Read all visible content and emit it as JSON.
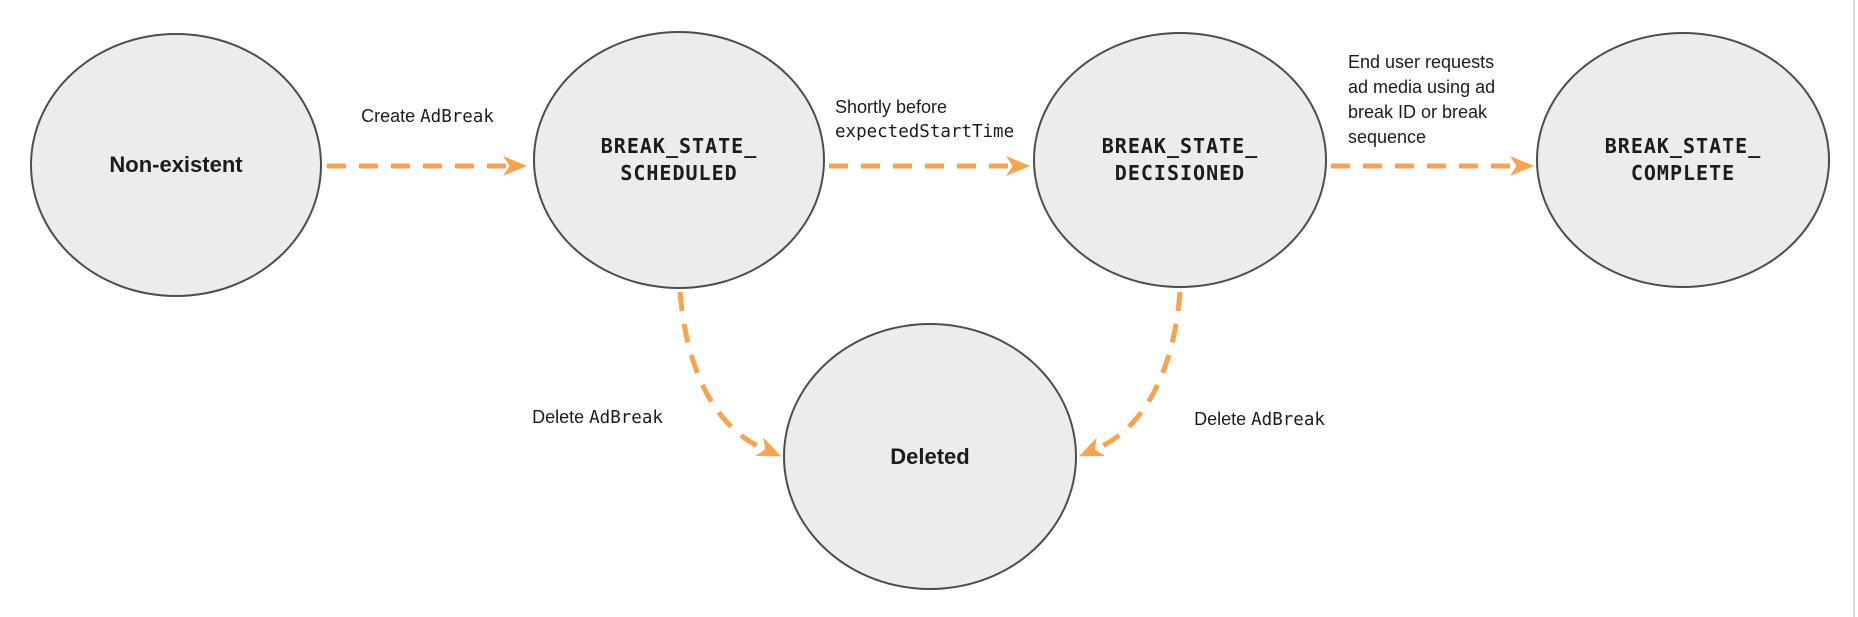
{
  "colors": {
    "accent_orange": "#F8A44E",
    "node_fill": "#ECECEC",
    "node_border": "#4D4D4D",
    "text": "#1C1C1C",
    "divider": "#DBDBDB"
  },
  "states": {
    "non_existent": {
      "label": "Non-existent"
    },
    "scheduled": {
      "label": "BREAK_STATE_\nSCHEDULED"
    },
    "decisioned": {
      "label": "BREAK_STATE_\nDECISIONED"
    },
    "complete": {
      "label": "BREAK_STATE_\nCOMPLETE"
    },
    "deleted": {
      "label": "Deleted"
    }
  },
  "transitions": {
    "create": {
      "sans": "Create ",
      "code": "AdBreak"
    },
    "shortly": {
      "sans": "Shortly before",
      "code": "expectedStartTime"
    },
    "end_user": {
      "sans": "End user requests\nad media using ad\nbreak ID or break\nsequence"
    },
    "delete_left": {
      "sans": "Delete ",
      "code": "AdBreak"
    },
    "delete_right": {
      "sans": "Delete ",
      "code": "AdBreak"
    }
  }
}
